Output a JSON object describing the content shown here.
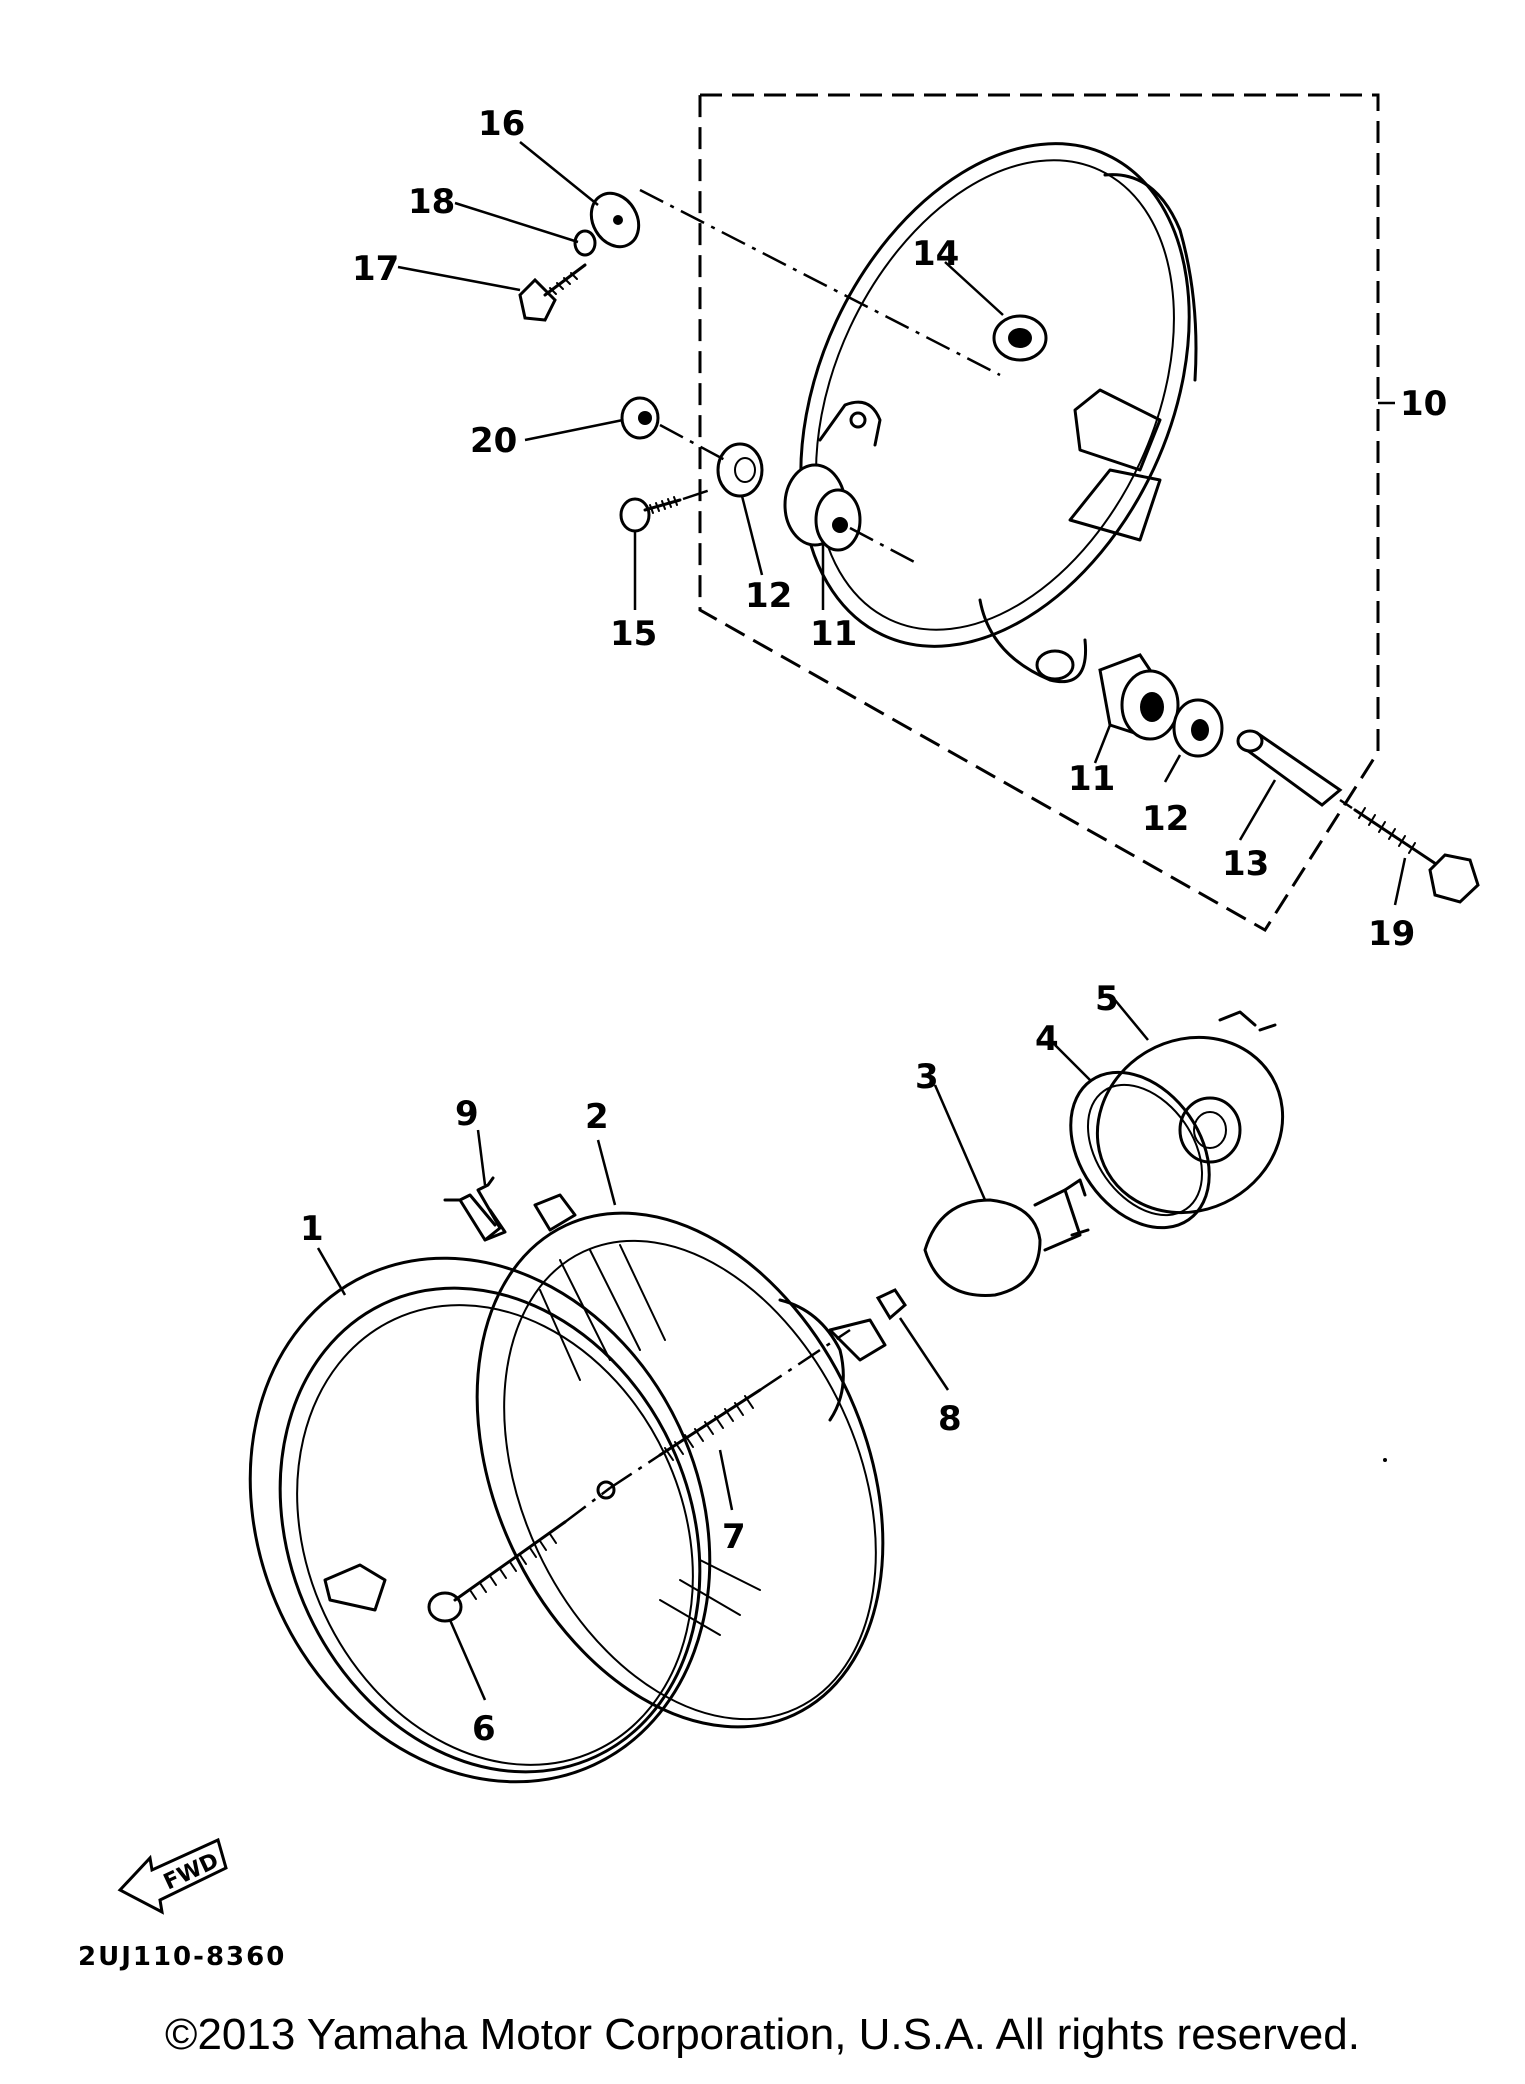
{
  "diagram": {
    "part_code": "2UJ110-8360",
    "fwd_label": "FWD",
    "callouts": [
      "1",
      "2",
      "3",
      "4",
      "5",
      "6",
      "7",
      "8",
      "9",
      "10",
      "11",
      "12",
      "13",
      "14",
      "15",
      "16",
      "17",
      "18",
      "19",
      "20"
    ],
    "callout_extra": {
      "c11b": "11",
      "c12b": "12"
    }
  },
  "footer": {
    "copyright": "©2013 Yamaha Motor Corporation, U.S.A. All rights reserved."
  }
}
